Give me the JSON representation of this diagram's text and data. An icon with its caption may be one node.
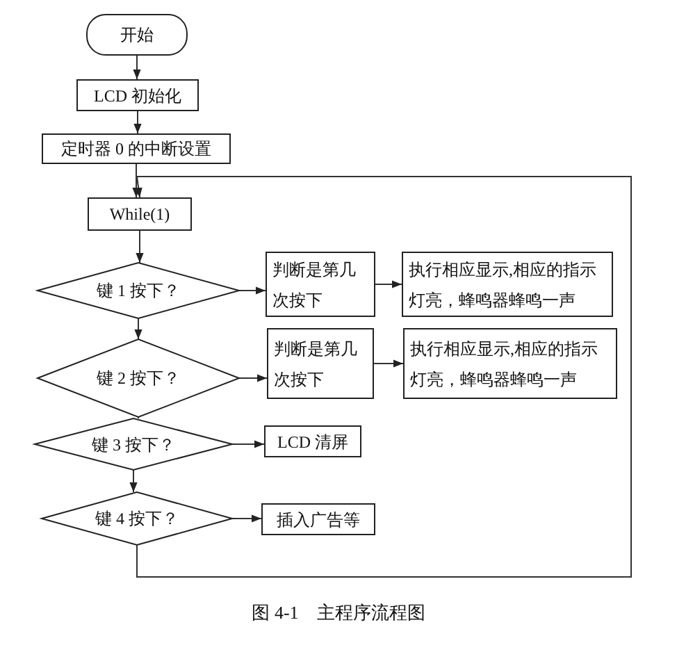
{
  "diagram": {
    "caption": "图 4-1　主程序流程图",
    "nodes": [
      {
        "text": [
          "开始"
        ]
      },
      {
        "text": [
          "LCD 初始化"
        ]
      },
      {
        "text": [
          "定时器 0 的中断设置"
        ]
      },
      {
        "text": [
          "While(1)"
        ]
      },
      {
        "text": [
          "键 1 按下？"
        ]
      },
      {
        "text": [
          "判断是第几次按下"
        ]
      },
      {
        "text": [
          "执行相应显示,相应的指示灯亮，蜂鸣器蜂鸣一声"
        ]
      },
      {
        "text": [
          "键 2 按下？"
        ]
      },
      {
        "text": [
          "判断是第几次按下"
        ]
      },
      {
        "text": [
          "执行相应显示,相应的指示灯亮，蜂鸣器蜂鸣一声"
        ]
      },
      {
        "text": [
          "键 3 按下？"
        ]
      },
      {
        "text": [
          "LCD 清屏"
        ]
      },
      {
        "text": [
          "键 4 按下？"
        ]
      },
      {
        "text": [
          "插入广告等"
        ]
      }
    ],
    "edges": [
      {
        "from": 0,
        "to": 1,
        "arrow": "to"
      },
      {
        "from": 1,
        "to": 2,
        "arrow": "to"
      },
      {
        "from": 2,
        "to": 3,
        "arrow": "to"
      },
      {
        "from": 3,
        "to": 4,
        "arrow": "to"
      },
      {
        "from": 4,
        "to": 5,
        "arrow": "to"
      },
      {
        "from": 5,
        "to": 6,
        "arrow": "to"
      },
      {
        "from": 4,
        "to": 7,
        "arrow": "to"
      },
      {
        "from": 7,
        "to": 8,
        "arrow": "to"
      },
      {
        "from": 8,
        "to": 9,
        "arrow": "to"
      },
      {
        "from": 7,
        "to": 10,
        "arrow": "to"
      },
      {
        "from": 10,
        "to": 11,
        "arrow": "to"
      },
      {
        "from": 10,
        "to": 12,
        "arrow": "to"
      },
      {
        "from": 12,
        "to": 13,
        "arrow": "to"
      },
      {
        "from": 12,
        "to": 3,
        "arrow": "to"
      }
    ]
  }
}
